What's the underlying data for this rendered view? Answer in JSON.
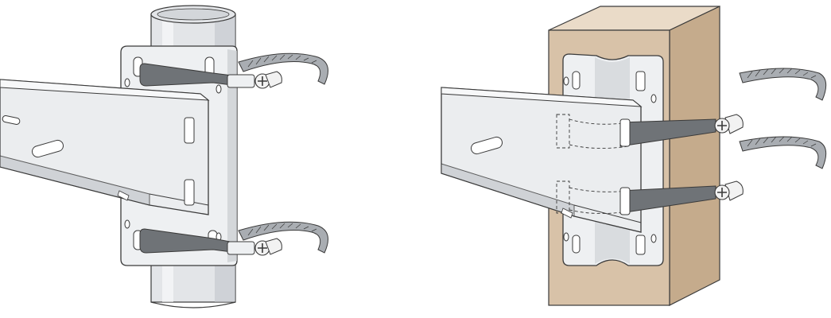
{
  "figure": {
    "panels": [
      {
        "id": "pole-mount",
        "mount_surface": "pole"
      },
      {
        "id": "wall-mount",
        "mount_surface": "wooden-post"
      }
    ]
  },
  "colors": {
    "background": "#ffffff",
    "outline": "#3a3a3a",
    "bracket_fill": "#eef0f2",
    "bracket_shade": "#c9ccd0",
    "arm_fill": "#ebedef",
    "arm_top": "#f7f8f9",
    "pole_fill": "#e3e5e8",
    "pole_shade": "#bfc3c8",
    "strap_fill": "#6f7377",
    "strap_tail": "#a9adb2",
    "wood_front": "#d8c2a8",
    "wood_top": "#eadbc8",
    "wood_side": "#c5ab8c",
    "screw_fill": "#f2f2f2"
  }
}
